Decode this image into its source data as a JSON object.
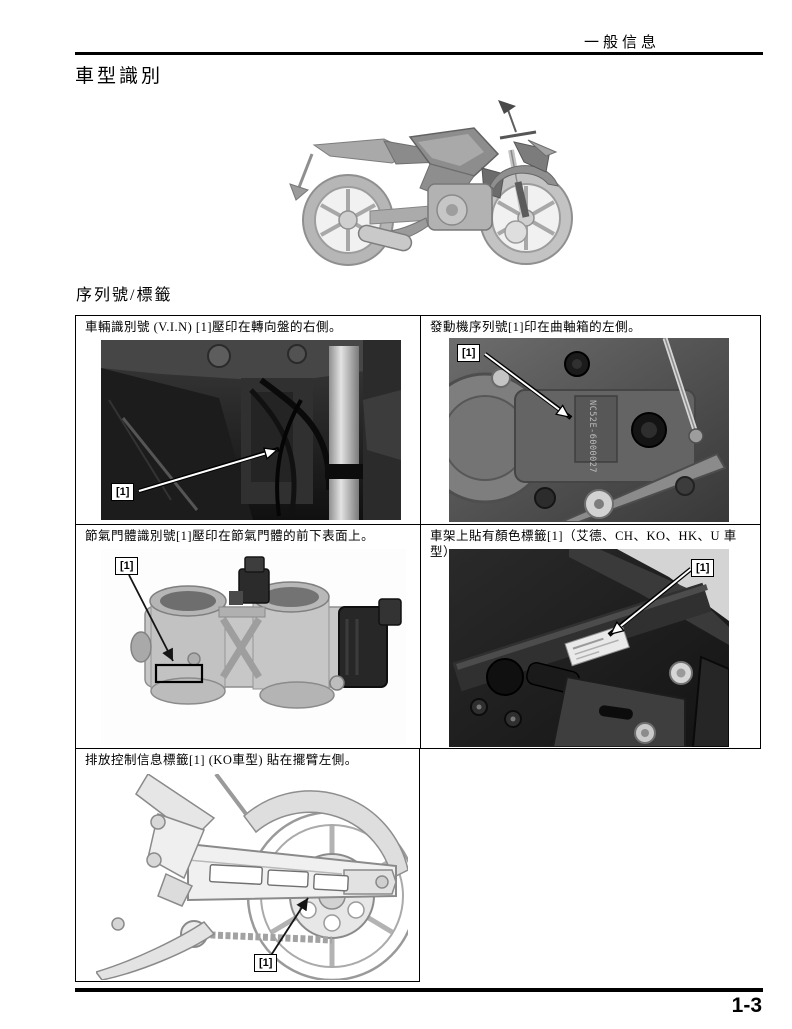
{
  "header": {
    "chapter": "一般信息",
    "page_title": "車型識別"
  },
  "section": {
    "title": "序列號/標籤"
  },
  "table": {
    "cells": [
      {
        "caption": "車輛識別號 (V.I.N) [1]壓印在轉向盤的右側。",
        "callout": "[1]",
        "photo": "vin-location-photo"
      },
      {
        "caption": "發動機序列號[1]印在曲軸箱的左側。",
        "callout": "[1]",
        "stamp": "NC52E-6000027",
        "photo": "engine-serial-photo"
      },
      {
        "caption": "節氣門體識別號[1]壓印在節氣門體的前下表面上。",
        "callout": "[1]",
        "photo": "throttle-body-photo"
      },
      {
        "caption": "車架上貼有顏色標籤[1]（艾德、CH、KO、HK、U 車型）。",
        "callout": "[1]",
        "photo": "color-label-photo"
      },
      {
        "caption": "排放控制信息標籤[1] (KO車型) 貼在擺臂左側。",
        "callout": "[1]",
        "photo": "swingarm-label-illustration"
      }
    ]
  },
  "footer": {
    "page_number": "1-3"
  }
}
